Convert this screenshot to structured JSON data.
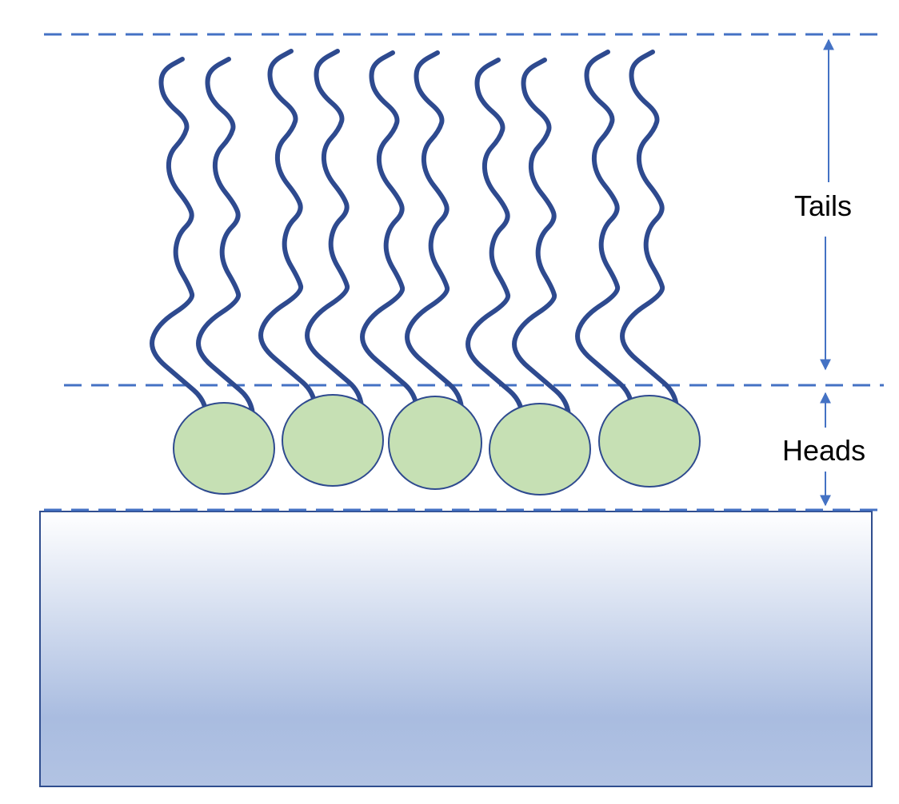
{
  "labels": {
    "tails": "Tails",
    "heads": "Heads"
  },
  "colors": {
    "dashed_line": "#4472c4",
    "tail": "#2e4a8f",
    "head_fill": "#c6e0b4",
    "head_stroke": "#2e4a8f",
    "substrate_top": "#ffffff",
    "substrate_bottom": "#a9bce0",
    "substrate_border": "#2f4d8e"
  },
  "molecules": {
    "count": 5,
    "tails_per_molecule": 2
  }
}
